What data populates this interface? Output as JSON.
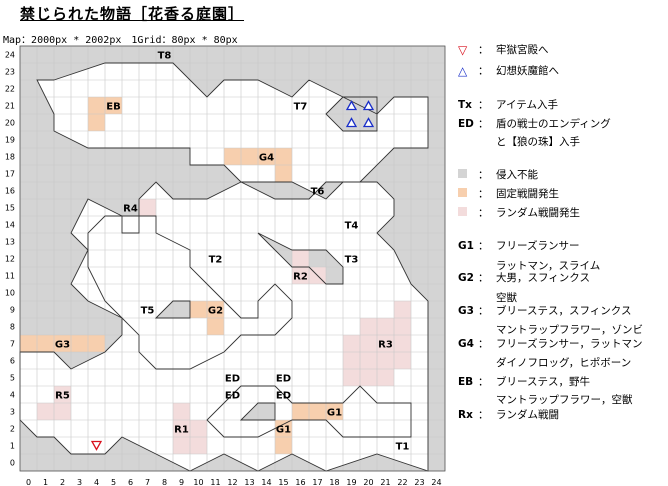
{
  "title": "禁じられた物語［花香る庭園］",
  "map_info": "Map：2000px * 2002px　1Grid：80px * 80px",
  "grid": {
    "cols": 25,
    "rows": 25,
    "x_axis_labels": [
      "0",
      "1",
      "2",
      "3",
      "4",
      "5",
      "6",
      "7",
      "8",
      "9",
      "10",
      "11",
      "12",
      "13",
      "14",
      "15",
      "16",
      "17",
      "18",
      "19",
      "20",
      "21",
      "22",
      "23",
      "24"
    ],
    "y_axis_labels": [
      "0",
      "1",
      "2",
      "3",
      "4",
      "5",
      "6",
      "7",
      "8",
      "9",
      "10",
      "11",
      "12",
      "13",
      "14",
      "15",
      "16",
      "17",
      "18",
      "19",
      "20",
      "21",
      "22",
      "23",
      "24"
    ]
  },
  "colors": {
    "impassable": "#d4d4d4",
    "fixed_battle": "#f7cfae",
    "random_battle": "#f3dcdc",
    "floor": "#ffffff",
    "grid_line": "#c8c8c8",
    "down_marker": "#d9121e",
    "up_marker": "#1a2fc9"
  },
  "zones": {
    "fixed": [
      [
        4,
        20
      ],
      [
        4,
        21
      ],
      [
        5,
        21
      ],
      [
        12,
        18
      ],
      [
        13,
        18
      ],
      [
        14,
        18
      ],
      [
        15,
        18
      ],
      [
        15,
        17
      ],
      [
        10,
        9
      ],
      [
        11,
        9
      ],
      [
        11,
        8
      ],
      [
        0,
        7
      ],
      [
        1,
        7
      ],
      [
        2,
        7
      ],
      [
        3,
        7
      ],
      [
        4,
        7
      ],
      [
        16,
        3
      ],
      [
        17,
        3
      ],
      [
        18,
        3
      ],
      [
        15,
        1
      ],
      [
        15,
        2
      ]
    ],
    "random": [
      [
        7,
        15
      ],
      [
        16,
        11
      ],
      [
        16,
        12
      ],
      [
        17,
        11
      ],
      [
        19,
        5
      ],
      [
        20,
        5
      ],
      [
        21,
        5
      ],
      [
        19,
        6
      ],
      [
        20,
        6
      ],
      [
        21,
        6
      ],
      [
        22,
        6
      ],
      [
        19,
        7
      ],
      [
        20,
        7
      ],
      [
        21,
        7
      ],
      [
        22,
        7
      ],
      [
        20,
        8
      ],
      [
        21,
        8
      ],
      [
        22,
        8
      ],
      [
        22,
        9
      ],
      [
        1,
        3
      ],
      [
        2,
        3
      ],
      [
        2,
        4
      ],
      [
        9,
        1
      ],
      [
        10,
        1
      ],
      [
        9,
        2
      ],
      [
        10,
        2
      ],
      [
        9,
        3
      ]
    ]
  },
  "floor_regions": [
    [
      [
        2,
        23
      ],
      [
        5,
        24
      ],
      [
        9,
        24
      ],
      [
        11,
        22
      ],
      [
        12,
        23
      ],
      [
        14,
        23
      ],
      [
        16,
        22
      ],
      [
        17,
        23
      ],
      [
        19,
        22
      ],
      [
        21,
        21
      ],
      [
        22,
        22
      ],
      [
        24,
        22
      ],
      [
        24,
        19
      ],
      [
        22,
        19
      ],
      [
        20,
        17
      ],
      [
        18,
        17
      ],
      [
        17,
        16
      ],
      [
        15,
        16
      ],
      [
        13,
        17
      ],
      [
        11,
        16
      ],
      [
        9,
        16
      ],
      [
        8,
        17
      ],
      [
        7,
        16
      ],
      [
        7,
        14
      ],
      [
        6,
        14
      ],
      [
        6,
        15
      ],
      [
        4,
        16
      ],
      [
        3,
        14
      ],
      [
        4,
        13
      ],
      [
        3,
        11
      ],
      [
        4,
        10
      ],
      [
        6,
        9
      ],
      [
        6,
        8
      ],
      [
        5,
        7
      ],
      [
        3,
        6
      ],
      [
        2,
        7
      ],
      [
        0,
        7
      ],
      [
        0,
        3
      ],
      [
        1,
        2
      ],
      [
        2,
        2
      ],
      [
        3,
        1
      ],
      [
        5,
        1
      ],
      [
        6,
        2
      ],
      [
        8,
        1
      ],
      [
        10,
        0
      ],
      [
        12,
        1
      ],
      [
        14,
        0
      ],
      [
        16,
        1
      ],
      [
        18,
        0
      ],
      [
        21,
        1
      ],
      [
        24,
        0
      ],
      [
        24,
        10
      ],
      [
        23,
        11
      ],
      [
        22,
        13
      ],
      [
        21,
        14
      ],
      [
        22,
        15
      ],
      [
        22,
        16
      ],
      [
        21,
        17
      ],
      [
        19,
        17
      ],
      [
        18,
        16
      ],
      [
        16,
        17
      ],
      [
        13,
        17
      ],
      [
        12,
        18
      ],
      [
        10,
        18
      ],
      [
        10,
        19
      ],
      [
        8,
        19
      ],
      [
        6,
        19
      ],
      [
        4,
        19
      ],
      [
        2,
        20
      ],
      [
        2,
        21
      ],
      [
        1,
        23
      ]
    ],
    [
      [
        5,
        15
      ],
      [
        8,
        15
      ],
      [
        8,
        14
      ],
      [
        10,
        13
      ],
      [
        10,
        12
      ],
      [
        11,
        11
      ],
      [
        12,
        10
      ],
      [
        13,
        9
      ],
      [
        14,
        9
      ],
      [
        14,
        10
      ],
      [
        15,
        11
      ],
      [
        16,
        10
      ],
      [
        16,
        9
      ],
      [
        15,
        8
      ],
      [
        13,
        8
      ],
      [
        12,
        7
      ],
      [
        10,
        6
      ],
      [
        8,
        6
      ],
      [
        7,
        7
      ],
      [
        7,
        8
      ],
      [
        6,
        9
      ],
      [
        5,
        10
      ],
      [
        4,
        12
      ],
      [
        4,
        14
      ]
    ],
    [
      [
        12,
        4
      ],
      [
        13,
        5
      ],
      [
        15,
        5
      ],
      [
        16,
        4
      ],
      [
        19,
        4
      ],
      [
        20,
        5
      ],
      [
        21,
        4
      ],
      [
        23,
        4
      ],
      [
        23,
        2
      ],
      [
        19,
        2
      ],
      [
        18,
        3
      ],
      [
        16,
        3
      ],
      [
        14,
        2
      ],
      [
        12,
        2
      ],
      [
        11,
        3
      ]
    ]
  ],
  "wall_regions": [
    [
      [
        18,
        21
      ],
      [
        19,
        22
      ],
      [
        21,
        22
      ],
      [
        21,
        20
      ],
      [
        19,
        20
      ]
    ],
    [
      [
        14,
        14
      ],
      [
        16,
        13
      ],
      [
        18,
        13
      ],
      [
        19,
        12
      ],
      [
        19,
        11
      ],
      [
        18,
        11
      ],
      [
        17,
        12
      ],
      [
        16,
        12
      ],
      [
        15,
        13
      ]
    ],
    [
      [
        8,
        9
      ],
      [
        9,
        10
      ],
      [
        10,
        10
      ],
      [
        10,
        9
      ]
    ],
    [
      [
        13,
        3
      ],
      [
        14,
        4
      ],
      [
        15,
        4
      ],
      [
        15,
        3
      ]
    ]
  ],
  "labels": [
    {
      "text": "T8",
      "gx": 8,
      "gy": 24
    },
    {
      "text": "EB",
      "gx": 5,
      "gy": 21
    },
    {
      "text": "T7",
      "gx": 16,
      "gy": 21
    },
    {
      "text": "G4",
      "gx": 14,
      "gy": 18
    },
    {
      "text": "T6",
      "gx": 17,
      "gy": 16
    },
    {
      "text": "R4",
      "gx": 6,
      "gy": 15
    },
    {
      "text": "T4",
      "gx": 19,
      "gy": 14
    },
    {
      "text": "T2",
      "gx": 11,
      "gy": 12
    },
    {
      "text": "T3",
      "gx": 19,
      "gy": 12
    },
    {
      "text": "R2",
      "gx": 16,
      "gy": 11
    },
    {
      "text": "T5",
      "gx": 7,
      "gy": 9
    },
    {
      "text": "G2",
      "gx": 11,
      "gy": 9
    },
    {
      "text": "G3",
      "gx": 2,
      "gy": 7
    },
    {
      "text": "R3",
      "gx": 21,
      "gy": 7
    },
    {
      "text": "ED",
      "gx": 12,
      "gy": 5
    },
    {
      "text": "ED",
      "gx": 15,
      "gy": 5
    },
    {
      "text": "ED",
      "gx": 12,
      "gy": 4
    },
    {
      "text": "ED",
      "gx": 15,
      "gy": 4
    },
    {
      "text": "R5",
      "gx": 2,
      "gy": 4
    },
    {
      "text": "G1",
      "gx": 18,
      "gy": 3
    },
    {
      "text": "R1",
      "gx": 9,
      "gy": 2
    },
    {
      "text": "G1",
      "gx": 15,
      "gy": 2
    },
    {
      "text": "T1",
      "gx": 22,
      "gy": 1
    }
  ],
  "markers": {
    "down": [
      {
        "gx": 4,
        "gy": 1
      }
    ],
    "up": [
      {
        "gx": 19,
        "gy": 21
      },
      {
        "gx": 20,
        "gy": 21
      },
      {
        "gx": 19,
        "gy": 20
      },
      {
        "gx": 20,
        "gy": 20
      }
    ]
  },
  "legend": {
    "markers": [
      {
        "glyph": "▽",
        "color": "#d9121e",
        "text": "牢獄宮殿へ"
      },
      {
        "glyph": "△",
        "color": "#1a2fc9",
        "text": "幻想妖魔館へ"
      }
    ],
    "keys": [
      {
        "key": "Tx",
        "text": "アイテム入手"
      },
      {
        "key": "ED",
        "text": "盾の戦士のエンディング"
      },
      {
        "key": "",
        "text": "と【狼の珠】入手"
      }
    ],
    "swatches": [
      {
        "color": "#d4d4d4",
        "text": "侵入不能"
      },
      {
        "color": "#f7cfae",
        "text": "固定戦闘発生"
      },
      {
        "color": "#f3dcdc",
        "text": "ランダム戦闘発生"
      }
    ],
    "encounters": [
      {
        "key": "G1",
        "text": "フリーズランサー"
      },
      {
        "key": "",
        "text": "ラットマン，スライム"
      },
      {
        "key": "G2",
        "text": "大男，スフィンクス"
      },
      {
        "key": "",
        "text": "空獣"
      },
      {
        "key": "G3",
        "text": "ブリーステス，スフィンクス"
      },
      {
        "key": "",
        "text": "マントラップフラワー，ゾンビ"
      },
      {
        "key": "G4",
        "text": "フリーズランサー，ラットマン"
      },
      {
        "key": "",
        "text": "ダイノフロッグ，ヒポボーン"
      },
      {
        "key": "EB",
        "text": "ブリーステス，野牛"
      },
      {
        "key": "",
        "text": "マントラップフラワー，空獣"
      },
      {
        "key": "Rx",
        "text": "ランダム戦闘"
      }
    ]
  }
}
